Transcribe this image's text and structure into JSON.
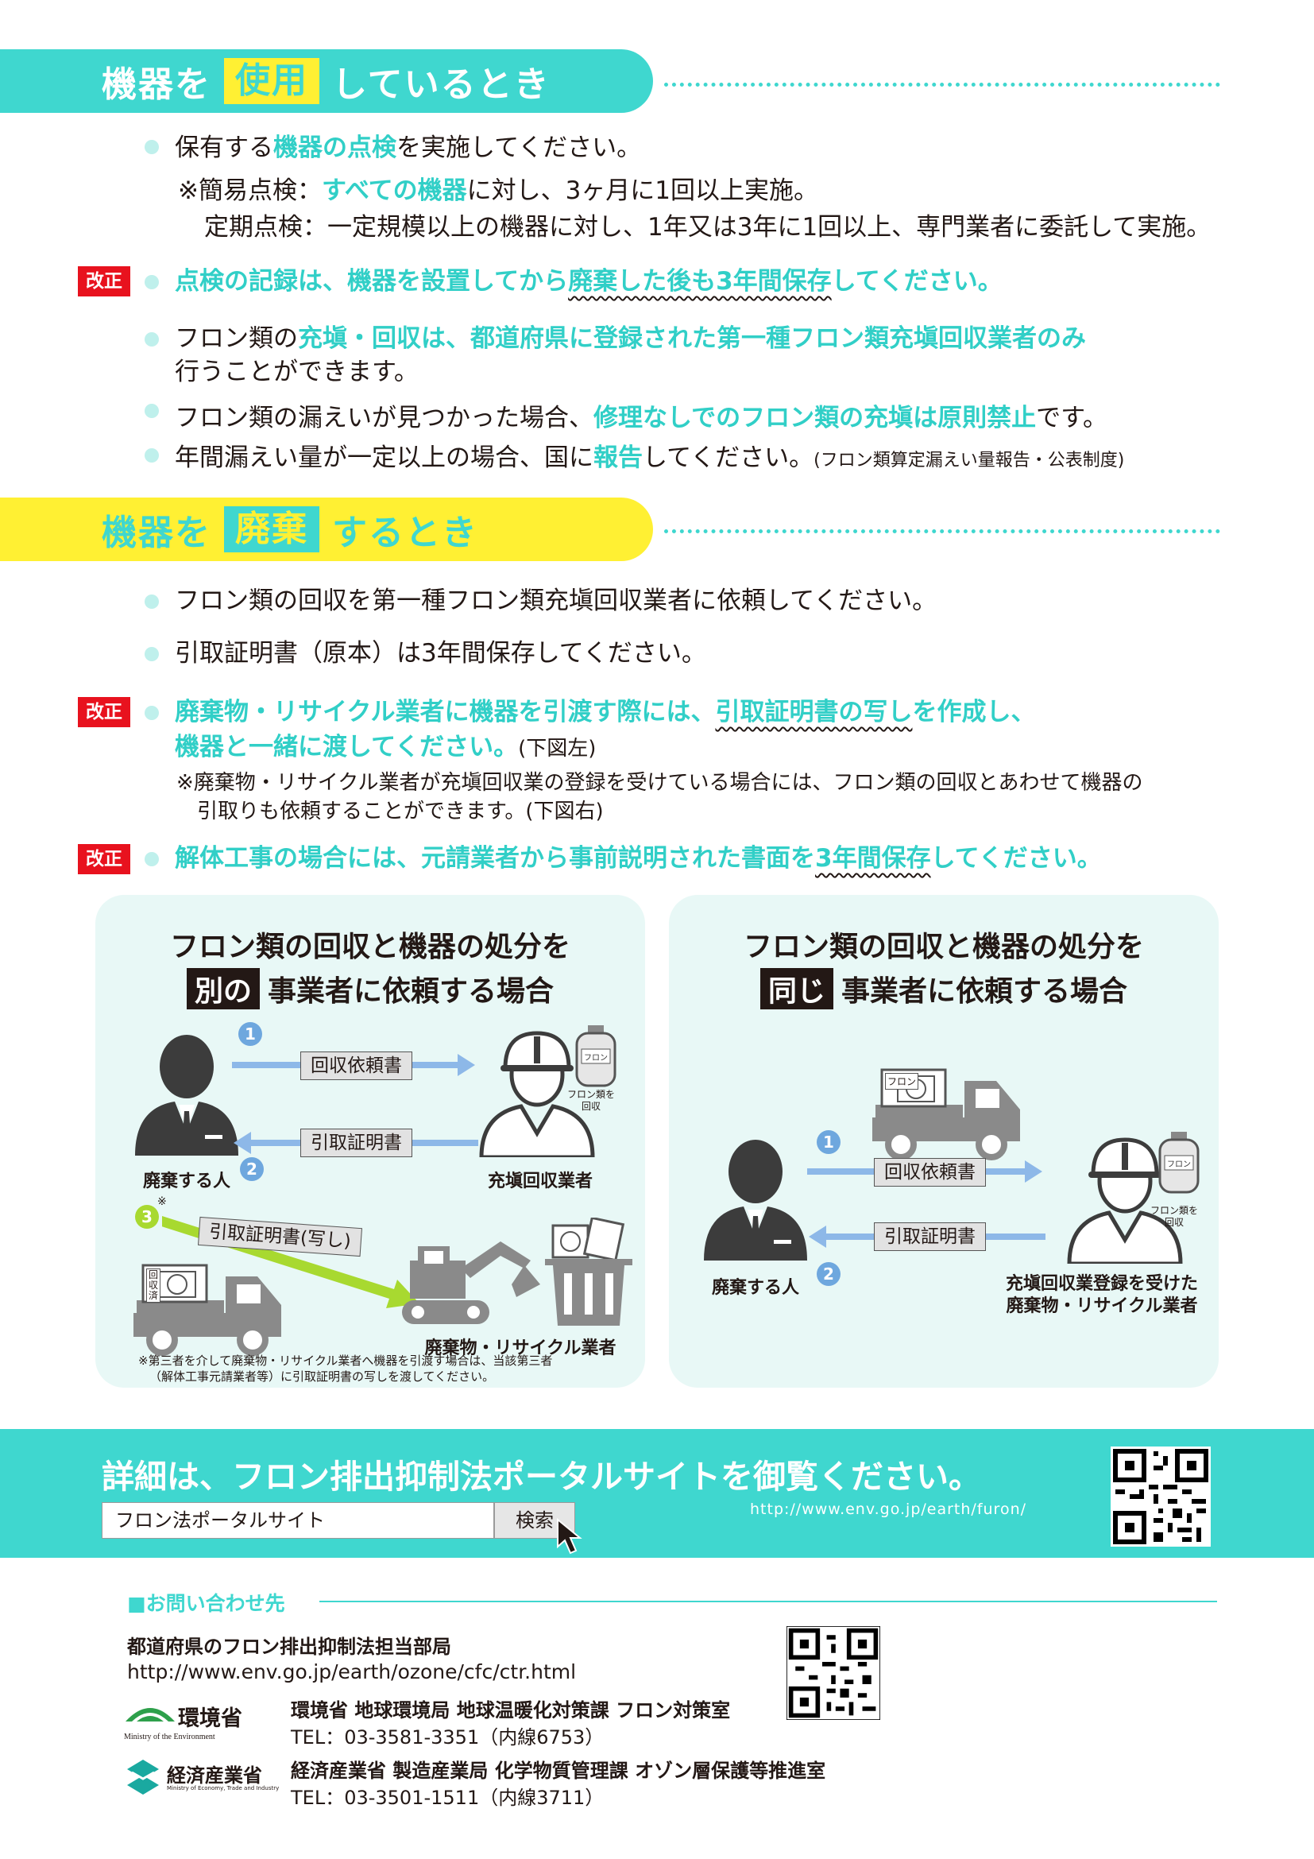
{
  "colors": {
    "teal": "#3fd7cf",
    "yellow": "#fff033",
    "red": "#e8121e",
    "blue": "#6ea7de",
    "panel": "#e8f8f6"
  },
  "section1": {
    "title_a": "機器を",
    "title_box": "使用",
    "title_b": "しているとき",
    "b1_a": "保有する",
    "b1_hl": "機器の点検",
    "b1_b": "を実施してください。",
    "n1_a": "※簡易点検：",
    "n1_hl": "すべての機器",
    "n1_b": "に対し、3ヶ月に1回以上実施。",
    "n2": "定期点検：一定規模以上の機器に対し、1年又は3年に1回以上、専門業者に委託して実施。",
    "kaisei": "改正",
    "b2_a": "点検の記録は、機器を設置してから",
    "b2_wavy": "廃棄した後も3年間保存",
    "b2_b": "してください。",
    "b3_a": "フロン類の",
    "b3_hl": "充塡・回収は、都道府県に登録された第一種フロン類充塡回収業者のみ",
    "b3_c": "行うことができます。",
    "b4_a": "フロン類の漏えいが見つかった場合、",
    "b4_hl": "修理なしでのフロン類の充塡は原則禁止",
    "b4_b": "です。",
    "b5_a": "年間漏えい量が一定以上の場合、国に",
    "b5_hl": "報告",
    "b5_b": "してください。",
    "b5_sm": "(フロン類算定漏えい量報告・公表制度)"
  },
  "section2": {
    "title_a": "機器を",
    "title_box": "廃棄",
    "title_b": "するとき",
    "b1": "フロン類の回収を第一種フロン類充塡回収業者に依頼してください。",
    "b2": "引取証明書（原本）は3年間保存してください。",
    "kaisei": "改正",
    "b3_a": "廃棄物・リサイクル業者に機器を引渡す際には、",
    "b3_wavy": "引取証明書の写し",
    "b3_b": "を作成し、",
    "b3_c": "機器と一緒に渡してください。",
    "b3_sm": "(下図左)",
    "n1": "※廃棄物・リサイクル業者が充塡回収業の登録を受けている場合には、フロン類の回収とあわせて機器の",
    "n2": "引取りも依頼することができます。(下図右)",
    "b4_a": "解体工事の場合には、元請業者から事前説明された書面を",
    "b4_wavy": "3年間保存",
    "b4_b": "してください。"
  },
  "diagram_left": {
    "title1": "フロン類の回収と機器の処分を",
    "title_box": "別の",
    "title2": "事業者に依頼する場合",
    "doc1": "回収依頼書",
    "doc2": "引取証明書",
    "doc3": "引取証明書(写し)",
    "n1": "1",
    "n2": "2",
    "n3": "3",
    "asterisk": "※",
    "person": "廃棄する人",
    "worker": "充塡回収業者",
    "cylinder": "フロン",
    "cyl_caption": "フロン類を\n回収",
    "truck_box": "回\n収\n済",
    "recycler": "廃棄物・リサイクル業者",
    "note1": "※第三者を介して廃棄物・リサイクル業者へ機器を引渡す場合は、当該第三者",
    "note2": "（解体工事元請業者等）に引取証明書の写しを渡してください。"
  },
  "diagram_right": {
    "title1": "フロン類の回収と機器の処分を",
    "title_box": "同じ",
    "title2": "事業者に依頼する場合",
    "doc1": "回収依頼書",
    "doc2": "引取証明書",
    "n1": "1",
    "n2": "2",
    "person": "廃棄する人",
    "worker1": "充塡回収業登録を受けた",
    "worker2": "廃棄物・リサイクル業者",
    "cylinder": "フロン",
    "cyl_caption": "フロン類を\n回収",
    "truck_box": "フロン"
  },
  "footer": {
    "heading": "詳細は、フロン排出抑制法ポータルサイトを御覧ください。",
    "search_value": "フロン法ポータルサイト",
    "search_button": "検索",
    "url": "http://www.env.go.jp/earth/furon/"
  },
  "contact": {
    "heading": "■お問い合わせ先",
    "pref_title": "都道府県のフロン排出抑制法担当部局",
    "pref_url": "http://www.env.go.jp/earth/ozone/cfc/ctr.html",
    "moe_logo": "環境省",
    "moe_logo_en": "Ministry of the Environment",
    "moe_name": "環境省 地球環境局 地球温暖化対策課 フロン対策室",
    "moe_tel": "TEL：03-3581-3351（内線6753）",
    "meti_logo": "経済産業省",
    "meti_logo_en": "Ministry of Economy, Trade and Industry",
    "meti_name": "経済産業省 製造産業局 化学物質管理課 オゾン層保護等推進室",
    "meti_tel": "TEL：03-3501-1511（内線3711）"
  }
}
